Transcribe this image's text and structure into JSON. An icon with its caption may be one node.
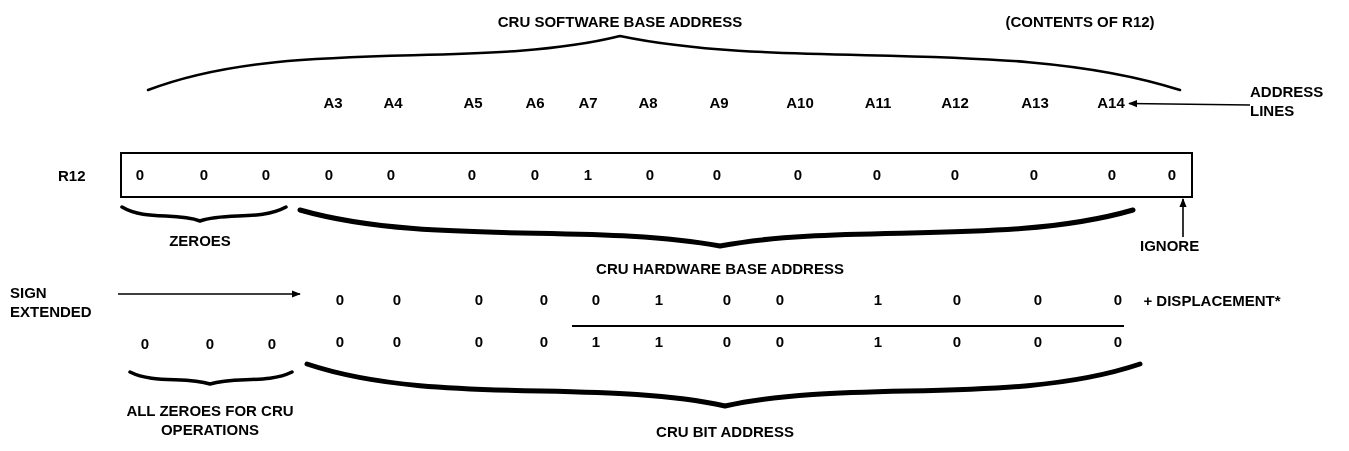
{
  "diagram": {
    "nodes": [
      {
        "text": [
          "0",
          "0",
          "0",
          "0",
          "0",
          "0",
          "0",
          "1",
          "0",
          "0",
          "0",
          "0",
          "0",
          "0",
          "0",
          "0"
        ],
        "beside": [
          "R12"
        ]
      },
      {
        "text": [
          "ADDRESS LINES"
        ]
      },
      {
        "text": [
          "IGNORE"
        ]
      },
      {
        "text": [
          "SIGN EXTENDED"
        ]
      },
      {
        "text": [
          "A14"
        ]
      }
    ],
    "edges": [
      {
        "from": 1,
        "to": 4,
        "arrow": "to"
      },
      {
        "from": 2,
        "to": 0,
        "arrow": "to"
      },
      {
        "from": 3,
        "to": null,
        "arrow": "to"
      }
    ],
    "labels": [
      "CRU SOFTWARE BASE ADDRESS",
      "(CONTENTS OF R12)",
      "A3",
      "A4",
      "A5",
      "A6",
      "A7",
      "A8",
      "A9",
      "A10",
      "A11",
      "A12",
      "A13",
      "ZEROES",
      "CRU HARDWARE BASE ADDRESS",
      "0",
      "0",
      "0",
      "0",
      "0",
      "1",
      "0",
      "0",
      "1",
      "0",
      "0",
      "0",
      "+ DISPLACEMENT*",
      "0",
      "0",
      "0",
      "0",
      "0",
      "0",
      "0",
      "1",
      "1",
      "0",
      "0",
      "1",
      "0",
      "0",
      "0",
      "ALL ZEROES FOR CRU OPERATIONS",
      "CRU BIT ADDRESS"
    ]
  }
}
